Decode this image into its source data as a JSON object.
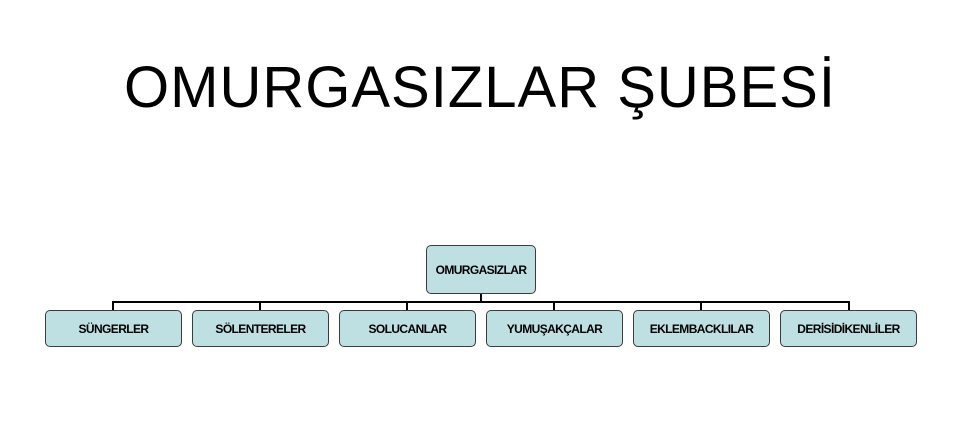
{
  "title": "OMURGASIZLAR ŞUBESİ",
  "colors": {
    "node_fill": "#bfe0e2",
    "node_border": "#3c3c3c",
    "connector": "#000000"
  },
  "tree": {
    "root": {
      "label": "OMURGASIZLAR"
    },
    "children": [
      {
        "label": "SÜNGERLER"
      },
      {
        "label": "SÖLENTERELER"
      },
      {
        "label": "SOLUCANLAR"
      },
      {
        "label": "YUMUŞAKÇALAR"
      },
      {
        "label": "EKLEMBACKLILAR"
      },
      {
        "label": "DERİSİDİKENLİLER"
      }
    ]
  }
}
